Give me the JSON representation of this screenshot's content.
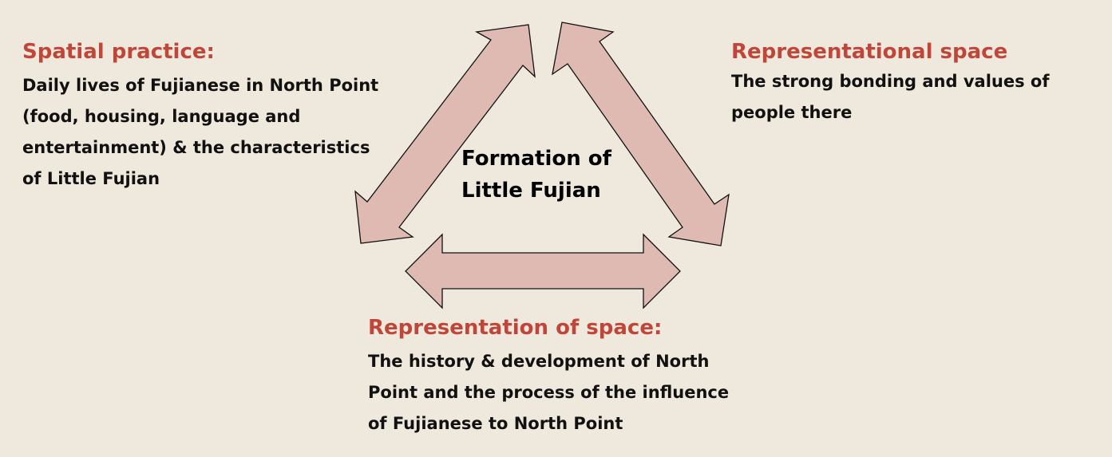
{
  "center_label": {
    "line1": "Formation of",
    "line2": "Little Fujian"
  },
  "spatial_practice": {
    "heading": "Spatial practice:",
    "lines": [
      "Daily lives of Fujianese in North Point",
      "(food, housing, language and",
      "entertainment) &  the characteristics",
      "of Little Fujian"
    ]
  },
  "representational_space": {
    "heading": "Representational space",
    "lines": [
      "The strong bonding and values of",
      "people there"
    ]
  },
  "representation_of_space": {
    "heading": "Representation of space:",
    "lines": [
      "The history & development of North",
      "Point and the process of the influence",
      "of Fujianese to North Point"
    ]
  },
  "colors": {
    "background": "#efe8dc",
    "heading": "#c0463a",
    "arrow_fill": "#dfbab3",
    "arrow_stroke": "#111111",
    "text": "#111111"
  }
}
